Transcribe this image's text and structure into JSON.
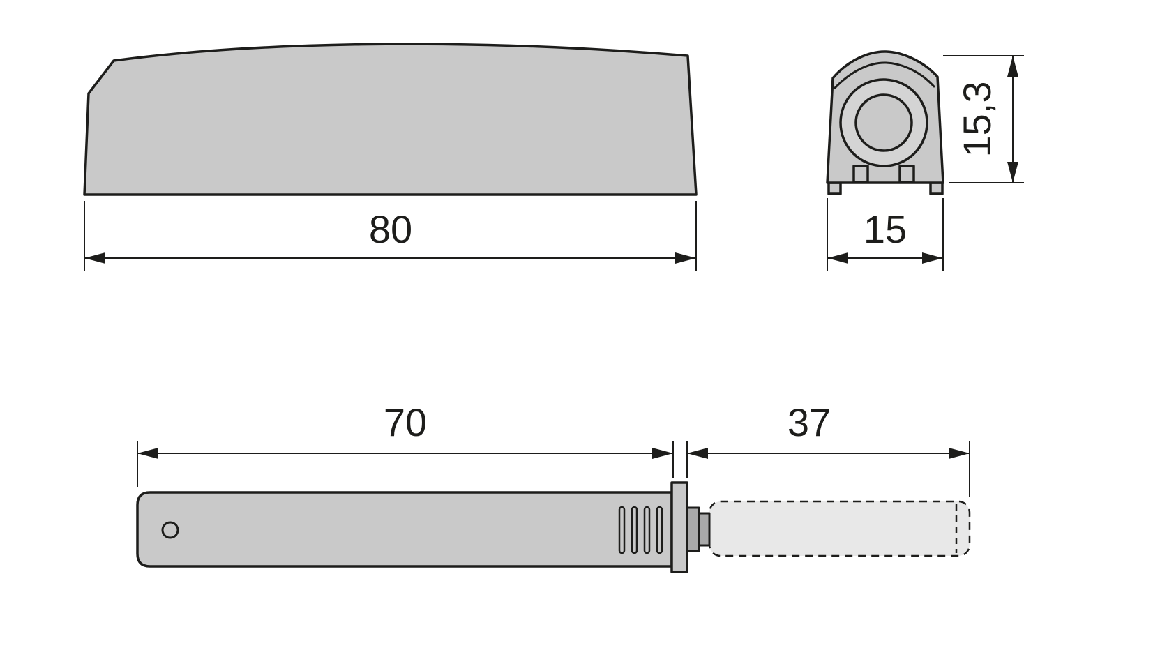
{
  "page": {
    "background": "#ffffff"
  },
  "colors": {
    "line": "#1d1d1b",
    "part_fill": "#c9c9c9",
    "part_fill_dark": "#a9a9a9",
    "part_fill_light": "#e8e8e8",
    "circle_fill": "#d4d4d4",
    "circle_inner_fill": "#c9c9c9",
    "background": "#ffffff"
  },
  "views": {
    "side": {
      "dim_length": "80"
    },
    "end": {
      "dim_width": "15",
      "dim_height": "15,3"
    },
    "plan": {
      "dim_body": "70",
      "dim_plunger": "37"
    }
  }
}
